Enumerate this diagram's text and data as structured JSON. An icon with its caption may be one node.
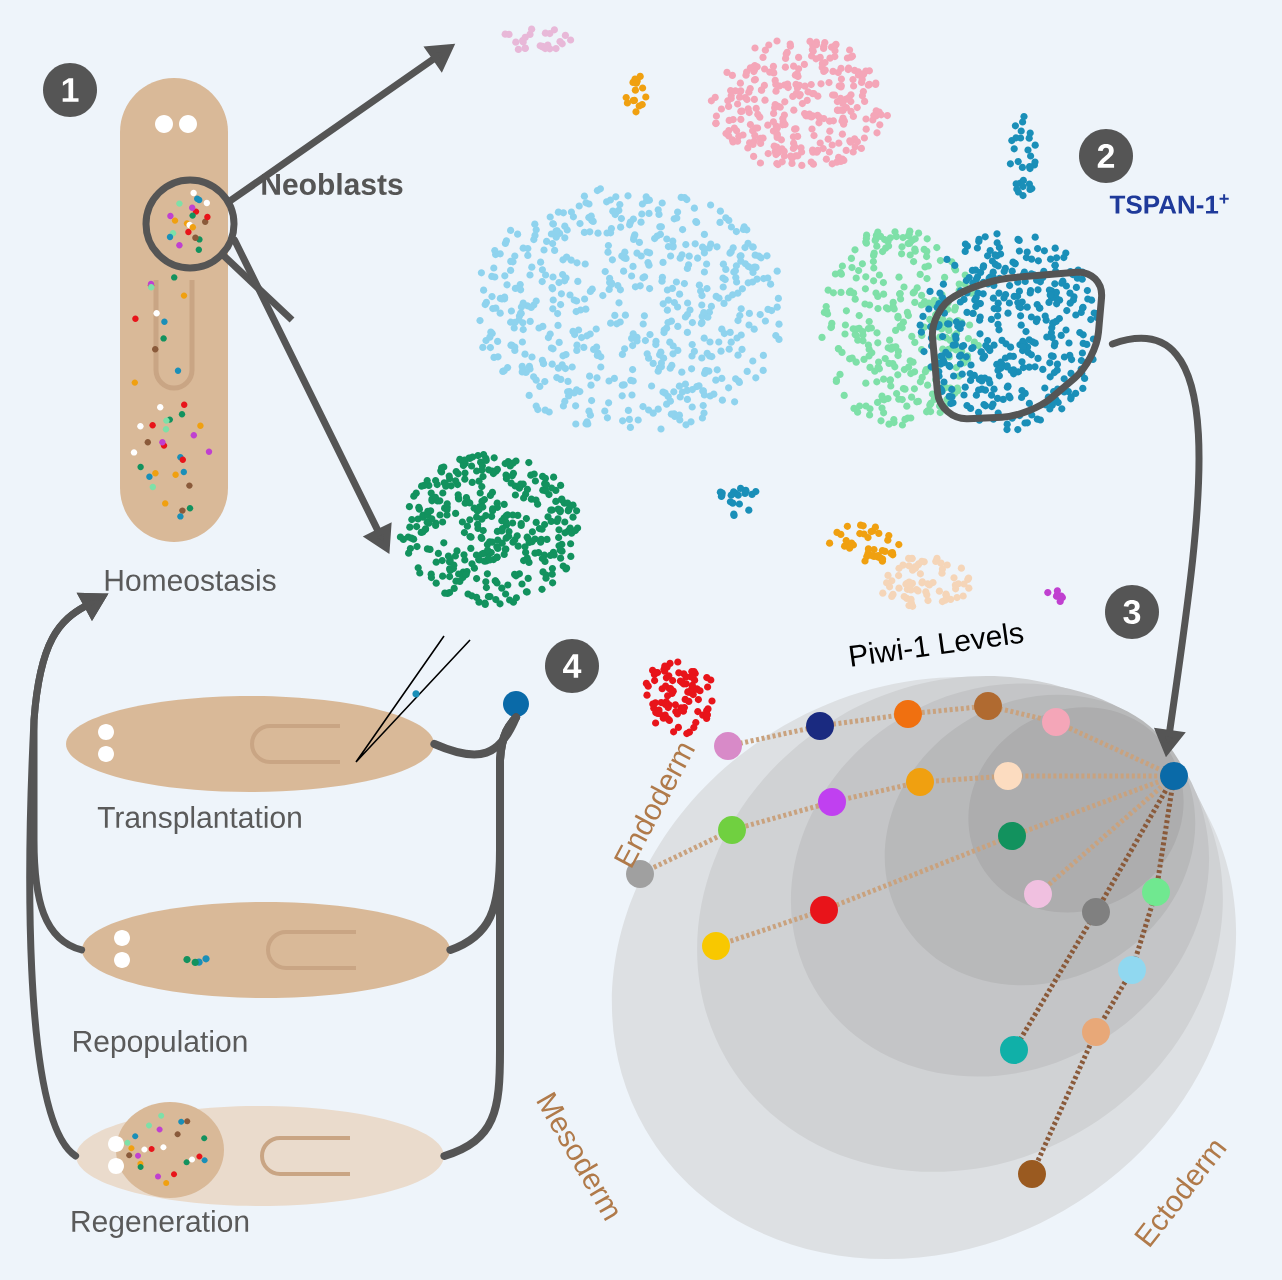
{
  "diagram": {
    "nodes": [
      {
        "text": [
          "1"
        ]
      },
      {
        "text": [],
        "shape": "picture"
      },
      {
        "text": [],
        "shape": "circle",
        "beside": [
          "Neoblasts"
        ]
      },
      {
        "text": [],
        "shape": "picture"
      },
      {
        "text": [
          "2"
        ]
      },
      {
        "text": [],
        "shape": "loop",
        "in": 3
      },
      {
        "text": [
          "3"
        ]
      },
      {
        "text": [
          "Piwi-1 Levels"
        ],
        "beside": [
          "Endoderm",
          "Mesoderm",
          "Ectoderm"
        ]
      },
      {
        "text": [
          "4"
        ]
      },
      {
        "text": [],
        "shape": "circle"
      },
      {
        "text": [
          "Homeostasis"
        ]
      },
      {
        "text": [
          "Transplantation"
        ]
      },
      {
        "text": [
          "Repopulation"
        ]
      },
      {
        "text": [
          "Regeneration"
        ]
      }
    ],
    "edges": [
      {
        "from": 2,
        "to": 3,
        "arrow": "to"
      },
      {
        "from": 2,
        "to": 3,
        "arrow": "to"
      },
      {
        "from": 5,
        "to": 7,
        "arrow": "to"
      },
      {
        "from": 13,
        "to": 10,
        "arrow": "to"
      },
      {
        "from": 12,
        "to": 10,
        "arrow": "to"
      },
      {
        "from": 11,
        "to": 9,
        "arrow": "none"
      },
      {
        "from": 12,
        "to": 9,
        "arrow": "none"
      },
      {
        "from": 13,
        "to": 9,
        "arrow": "none"
      }
    ],
    "labels": [
      "TSPAN-1$^{+}$"
    ]
  }
}
